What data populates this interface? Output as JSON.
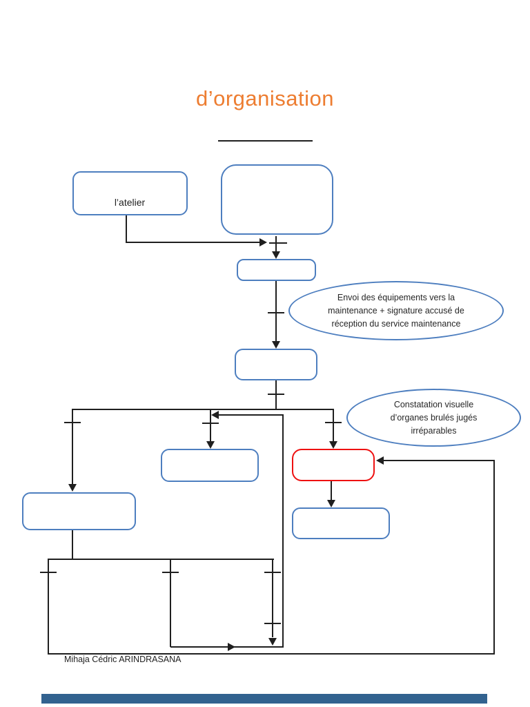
{
  "page": {
    "title": "d’organisation",
    "footer_author": "Mihaja Cédric ARINDRASANA"
  },
  "flowchart": {
    "boxes": {
      "atelier": {
        "label": "l’atelier"
      }
    },
    "ellipses": {
      "envoi": {
        "lines": [
          "Envoi des équipements vers la",
          "maintenance + signature accusé de",
          "réception du service maintenance"
        ]
      },
      "constatation": {
        "lines": [
          "Constatation visuelle",
          "d’organes brulés jugés",
          "irréparables"
        ]
      }
    }
  },
  "colors": {
    "title_orange": "#ED7D31",
    "box_border_blue": "#4d7ebf",
    "alert_border_red": "#ee1010",
    "connector_black": "#1f1f1f",
    "bottom_bar_blue": "#32628F"
  }
}
